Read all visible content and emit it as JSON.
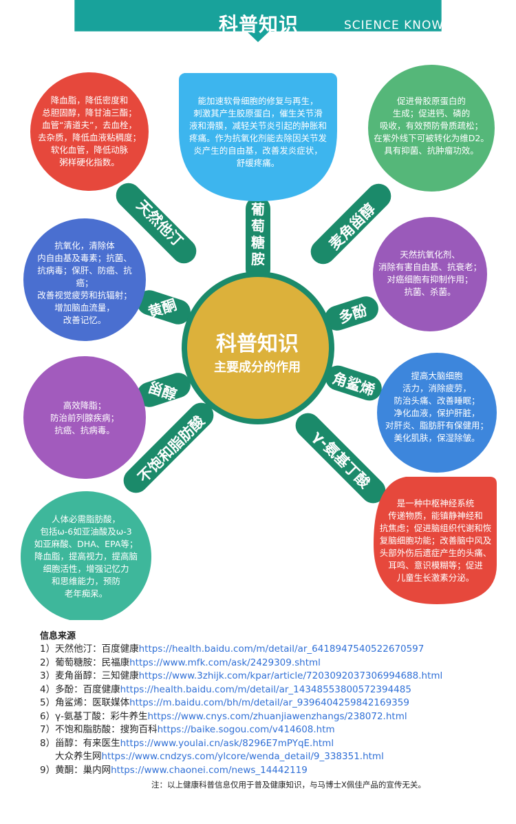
{
  "header": {
    "title": "科普知识",
    "subtitle": "SCIENCE KNOWLEDGE"
  },
  "center": {
    "title": "科普知识",
    "subtitle": "主要成分的作用"
  },
  "colors": {
    "teal": "#18a29b",
    "gold": "#dcb13b",
    "spoke": "#1b8a6a"
  },
  "rays": [
    {
      "label": "天然他汀",
      "color": "#e6483c"
    },
    {
      "label": "葡萄糖胺",
      "color": "#3db5ee"
    },
    {
      "label": "麦角甾醇",
      "color": "#55b779"
    },
    {
      "label": "黄酮",
      "color": "#4a6fd0"
    },
    {
      "label": "多酚",
      "color": "#9a5aba"
    },
    {
      "label": "甾醇",
      "color": "#a25bbd"
    },
    {
      "label": "角鲨烯",
      "color": "#3d86dc"
    },
    {
      "label": "不饱和脂肪酸",
      "color": "#3eb79b"
    },
    {
      "label": "γ-氨基丁酸",
      "color": "#e6483c"
    }
  ],
  "bubbles": {
    "statin": "降血脂，降低密度和\n总胆固醇，降甘油三酯；\n血管“清道夫”，去血栓，\n去杂质，降低血液粘稠度；\n软化血管，降低动脉\n粥样硬化指数。",
    "glucosamine": "能加速软骨细胞的修复与再生，\n刺激其产生胶原蛋白，催生关节滑\n液和滑膜，减轻关节炎引起的肿胀和\n疼痛。作为抗氧化剂能去除因关节发\n炎产生的自由基，改善发炎症状，\n舒缓疼痛。",
    "ergosterol": "促进骨胶原蛋白的\n生成；促进钙、磷的\n吸收，有效预防骨质疏松；\n在紫外线下可被转化为维D2。\n具有抑菌、抗肿瘤功效。",
    "flavone": "抗氧化，清除体\n内自由基及毒素；抗菌、\n抗病毒；保肝、防癌、抗癌；\n改善视觉疲劳和抗辐射；\n增加脑血流量，\n改善记忆。",
    "polyphenol": "天然抗氧化剂、\n消除有害自由基、抗衰老；\n对癌细胞有抑制作用；\n抗菌、杀菌。",
    "sterol": "高效降脂；\n防治前列腺疾病；\n抗癌、抗病毒。",
    "squalene": "提高大脑细胞\n活力，消除疲劳，\n防治头痛、改善睡眠；\n净化血液，保护肝脏，\n对肝炎、脂肪肝有保健用；\n美化肌肤，保湿除皱。",
    "fatty_acid": "人体必需脂肪酸，\n包括ω-6如亚油酸及ω-3\n如亚麻酸、DHA、EPA等；\n降血脂，提高视力，提高脑\n细胞活性，增强记忆力\n和思维能力，预防\n老年痴呆。",
    "gaba": "是一种中枢神经系统\n传递物质，能镇静神经和\n抗焦虑；促进脑组织代谢和恢\n复脑细胞功能；改善脑中风及\n头部外伤后遗症产生的头痛、\n耳鸣、意识模糊等；促进\n儿童生长激素分泌。"
  },
  "sources": {
    "title": "信息来源",
    "items": [
      {
        "prefix": "1）天然他汀：百度健康",
        "url": "https://health.baidu.com/m/detail/ar_6418947540522670597"
      },
      {
        "prefix": "2）葡萄糖胺：民福康",
        "url": "https://www.mfk.com/ask/2429309.shtml"
      },
      {
        "prefix": "3）麦角甾醇：三知健康",
        "url": "https://www.3zhijk.com/kpar/article/7203092037306994688.html"
      },
      {
        "prefix": "4）多酚：百度健康",
        "url": "https://health.baidu.com/m/detail/ar_14348553800572394485"
      },
      {
        "prefix": "5）角鲨烯：医联媒体",
        "url": "https://m.baidu.com/bh/m/detail/ar_9396404259842169359"
      },
      {
        "prefix": "6）γ-氨基丁酸：彩牛养生",
        "url": "https://www.cnys.com/zhuanjiawenzhangs/238072.html"
      },
      {
        "prefix": "7）不饱和脂肪酸：搜狗百科",
        "url": "https://baike.sogou.com/v414608.htm"
      },
      {
        "prefix": "8）甾醇：有来医生",
        "url": "https://www.youlai.cn/ask/8296E7mPYqE.html"
      },
      {
        "prefix": "大众养生网",
        "url": "https://www.cndzys.com/ylcore/wenda_detail/9_338351.html"
      },
      {
        "prefix": "9）黄酮：巢内网",
        "url": "https://www.chaonei.com/news_14442119"
      }
    ]
  },
  "disclaimer": "注：以上健康科普信息仅用于普及健康知识，与马博士X佩佳产品的宣传无关。"
}
